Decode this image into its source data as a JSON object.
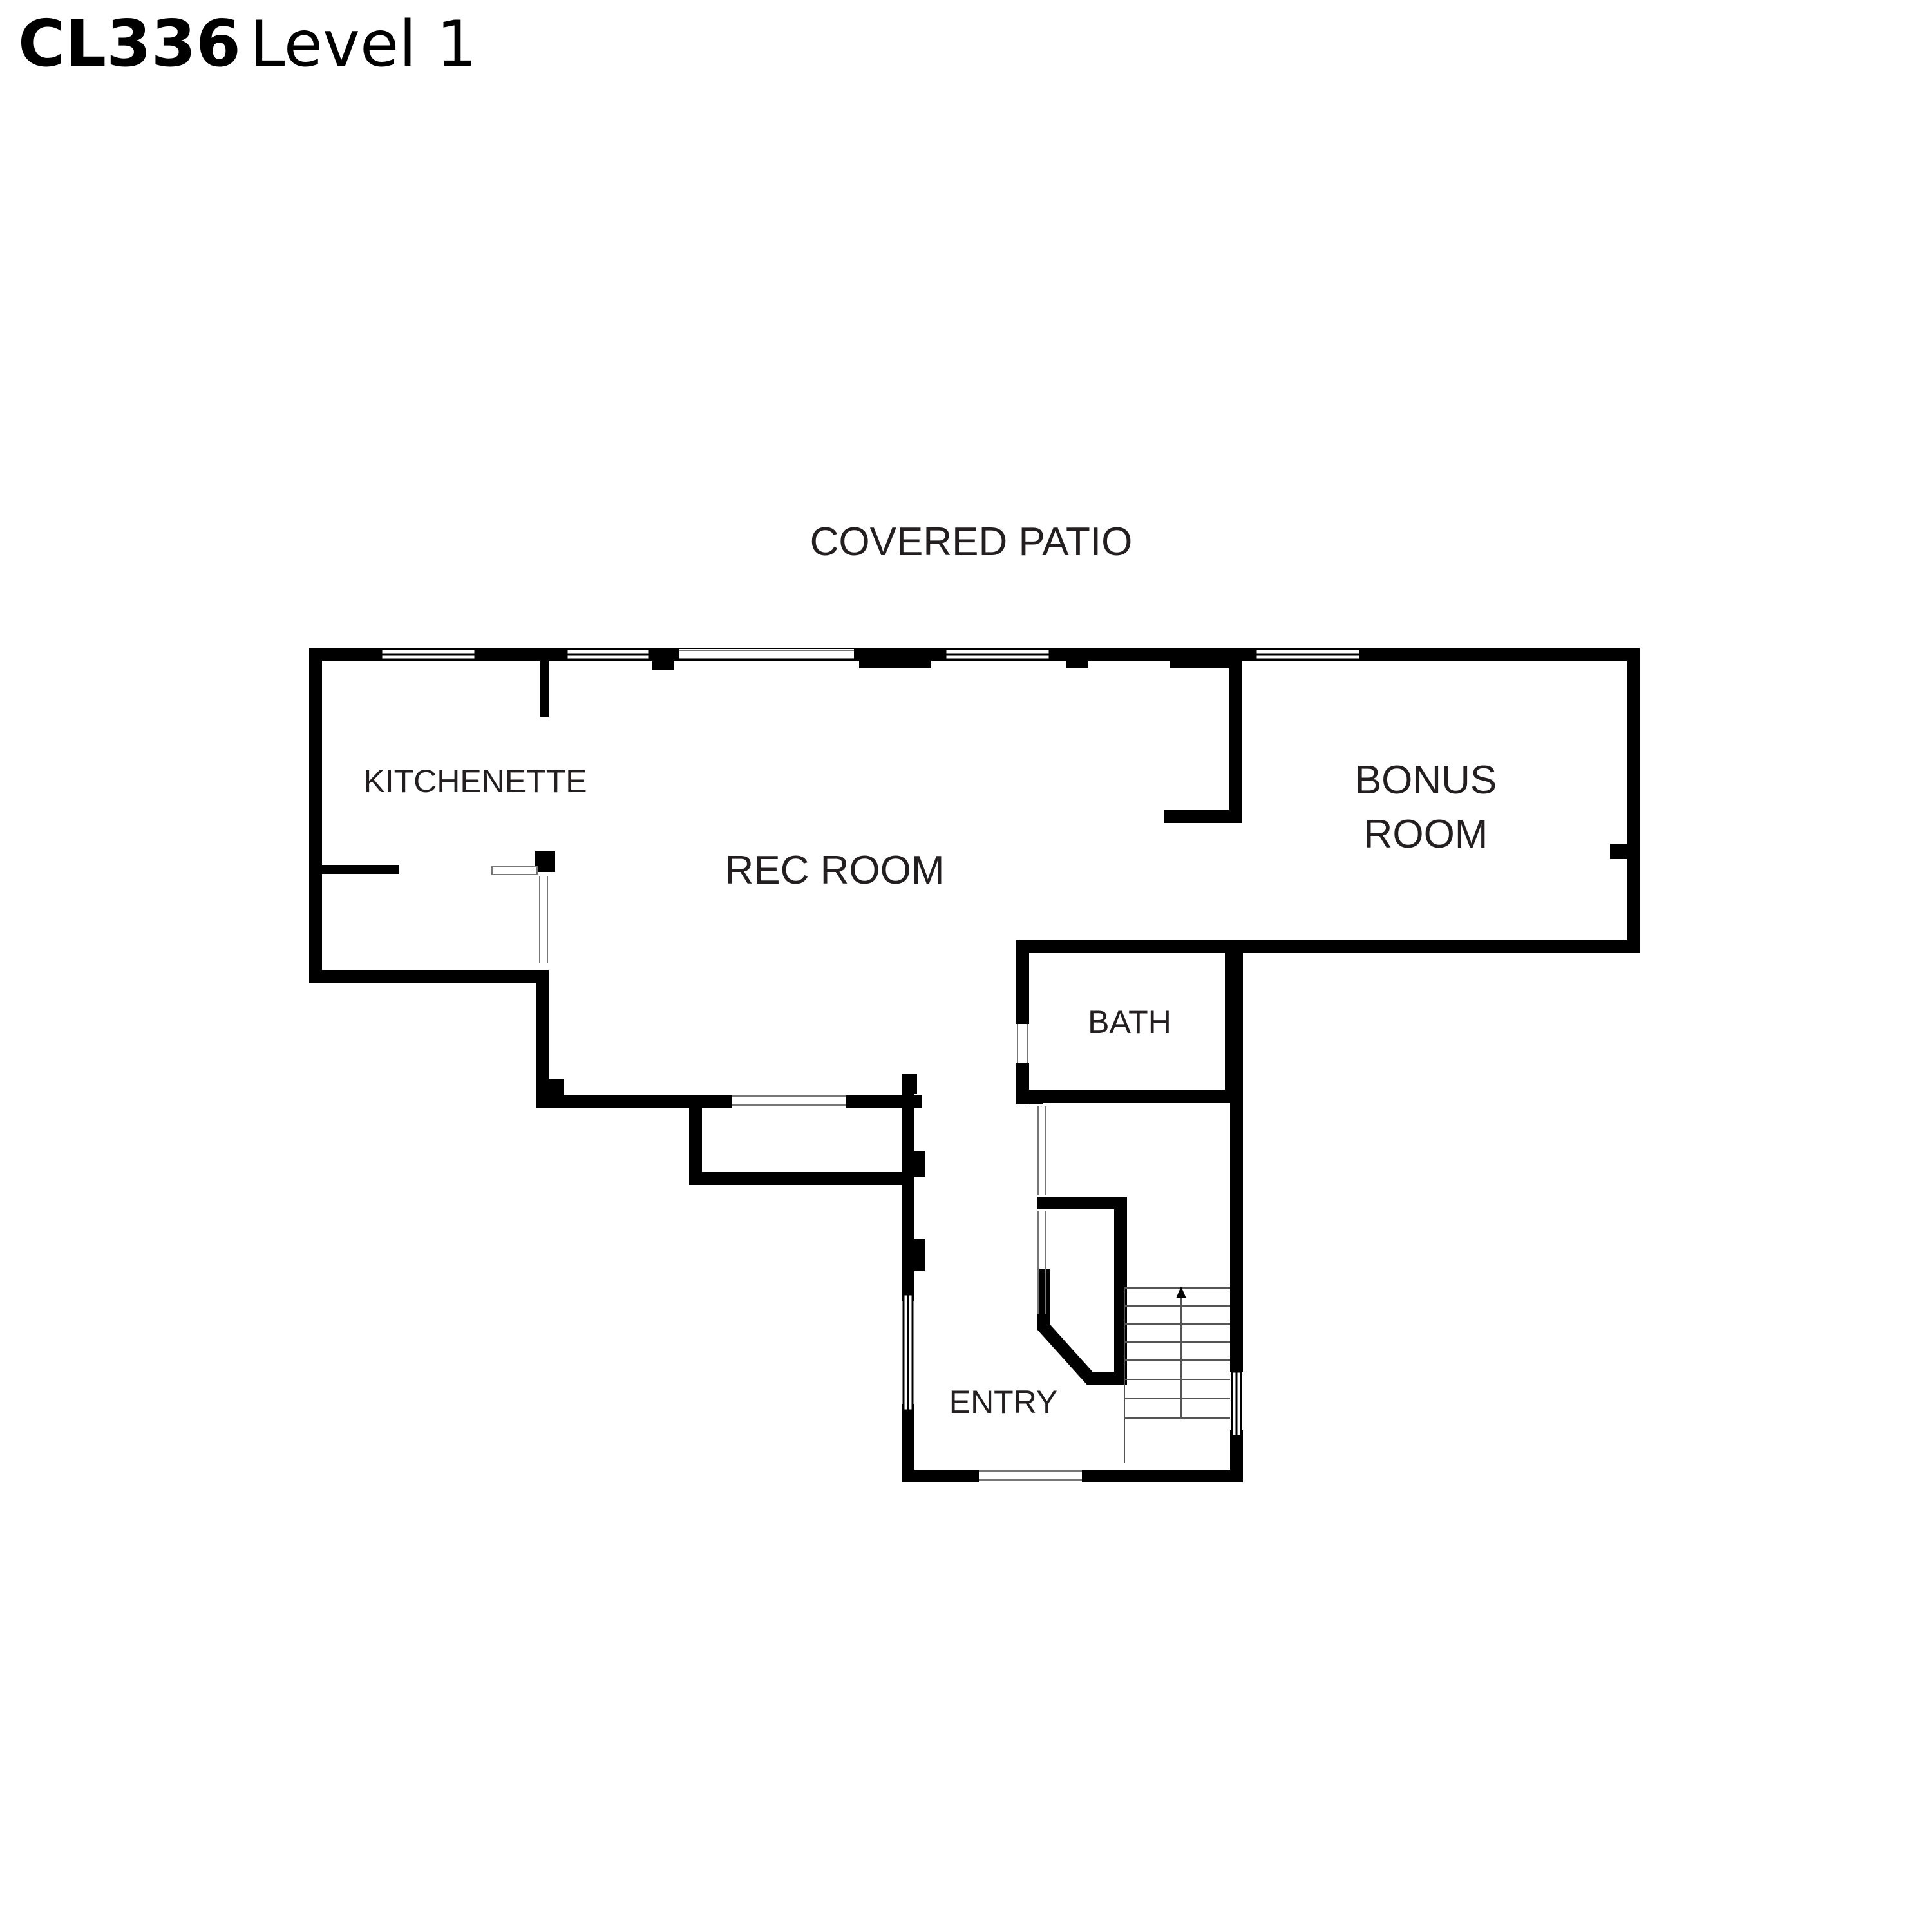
{
  "title": {
    "code": "CL336",
    "level": "Level 1"
  },
  "rooms": {
    "covered_patio": "COVERED PATIO",
    "kitchenette": "KITCHENETTE",
    "rec_room": "REC ROOM",
    "bonus_room_line1": "BONUS",
    "bonus_room_line2": "ROOM",
    "bath": "BATH",
    "entry": "ENTRY"
  },
  "colors": {
    "wall": "#000000",
    "text": "#231f20",
    "background": "#ffffff"
  }
}
